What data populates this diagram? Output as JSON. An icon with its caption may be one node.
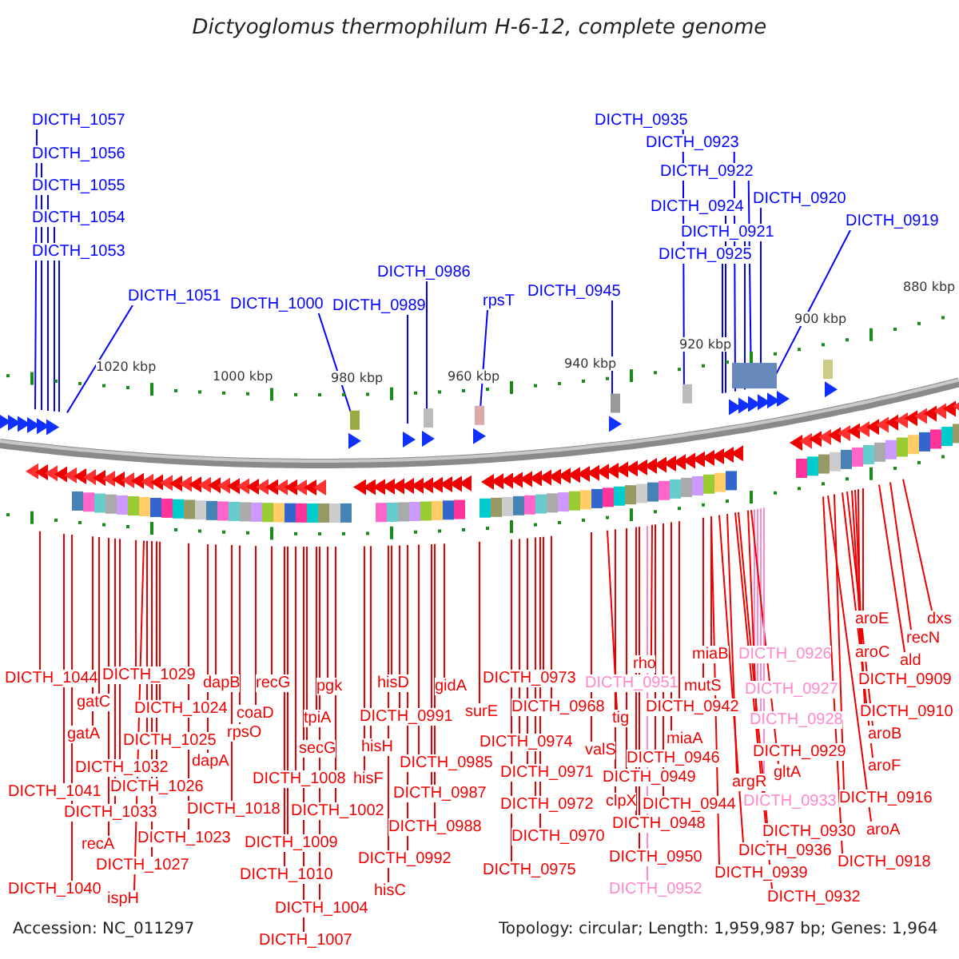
{
  "diagram": {
    "title": "Dictyoglomus thermophilum H-6-12, complete genome",
    "nodes": [
      {
        "text": [
          "DICTH_1057"
        ]
      },
      {
        "text": [
          "DICTH_1056"
        ]
      },
      {
        "text": [
          "DICTH_1055"
        ]
      },
      {
        "text": [
          "DICTH_1054"
        ]
      },
      {
        "text": [
          "DICTH_1053"
        ]
      },
      {
        "text": [
          "DICTH_1051"
        ]
      },
      {
        "text": [
          "DICTH_1000"
        ]
      },
      {
        "text": [
          "DICTH_0989"
        ]
      },
      {
        "text": [
          "DICTH_0986"
        ]
      },
      {
        "text": [
          "rpsT"
        ]
      },
      {
        "text": [
          "DICTH_0945"
        ]
      },
      {
        "text": [
          "DICTH_0935"
        ]
      },
      {
        "text": [
          "DICTH_0923"
        ]
      },
      {
        "text": [
          "DICTH_0922"
        ]
      },
      {
        "text": [
          "DICTH_0924"
        ]
      },
      {
        "text": [
          "DICTH_0921"
        ]
      },
      {
        "text": [
          "DICTH_0925"
        ]
      },
      {
        "text": [
          "DICTH_0920"
        ]
      },
      {
        "text": [
          "DICTH_0919"
        ]
      },
      {
        "text": [
          "DICTH_1044"
        ]
      },
      {
        "text": [
          "DICTH_1029"
        ]
      },
      {
        "text": [
          "gatC"
        ]
      },
      {
        "text": [
          "dapB"
        ]
      },
      {
        "text": [
          "recG"
        ]
      },
      {
        "text": [
          "DICTH_1024"
        ]
      },
      {
        "text": [
          "coaD"
        ]
      },
      {
        "text": [
          "rpsO"
        ]
      },
      {
        "text": [
          "gatA"
        ]
      },
      {
        "text": [
          "DICTH_1025"
        ]
      },
      {
        "text": [
          "dapA"
        ]
      },
      {
        "text": [
          "DICTH_1032"
        ]
      },
      {
        "text": [
          "DICTH_1026"
        ]
      },
      {
        "text": [
          "DICTH_1041"
        ]
      },
      {
        "text": [
          "DICTH_1018"
        ]
      },
      {
        "text": [
          "DICTH_1033"
        ]
      },
      {
        "text": [
          "DICTH_1023"
        ]
      },
      {
        "text": [
          "recA"
        ]
      },
      {
        "text": [
          "DICTH_1027"
        ]
      },
      {
        "text": [
          "DICTH_1040"
        ]
      },
      {
        "text": [
          "ispH"
        ]
      },
      {
        "text": [
          "pgk"
        ]
      },
      {
        "text": [
          "hisD"
        ]
      },
      {
        "text": [
          "gidA"
        ]
      },
      {
        "text": [
          "tpiA"
        ]
      },
      {
        "text": [
          "DICTH_0991"
        ]
      },
      {
        "text": [
          "secG"
        ]
      },
      {
        "text": [
          "hisH"
        ]
      },
      {
        "text": [
          "DICTH_0985"
        ]
      },
      {
        "text": [
          "DICTH_1008"
        ]
      },
      {
        "text": [
          "hisF"
        ]
      },
      {
        "text": [
          "DICTH_0987"
        ]
      },
      {
        "text": [
          "DICTH_1002"
        ]
      },
      {
        "text": [
          "DICTH_0988"
        ]
      },
      {
        "text": [
          "DICTH_1009"
        ]
      },
      {
        "text": [
          "DICTH_0992"
        ]
      },
      {
        "text": [
          "DICTH_1010"
        ]
      },
      {
        "text": [
          "hisC"
        ]
      },
      {
        "text": [
          "DICTH_1004"
        ]
      },
      {
        "text": [
          "DICTH_1007"
        ]
      },
      {
        "text": [
          "surE"
        ]
      },
      {
        "text": [
          "DICTH_0973"
        ]
      },
      {
        "text": [
          "DICTH_0968"
        ]
      },
      {
        "text": [
          "DICTH_0974"
        ]
      },
      {
        "text": [
          "DICTH_0971"
        ]
      },
      {
        "text": [
          "DICTH_0972"
        ]
      },
      {
        "text": [
          "DICTH_0970"
        ]
      },
      {
        "text": [
          "DICTH_0975"
        ]
      },
      {
        "text": [
          "miaB"
        ]
      },
      {
        "text": [
          "rho"
        ]
      },
      {
        "text": [
          "DICTH_0951"
        ]
      },
      {
        "text": [
          "mutS"
        ]
      },
      {
        "text": [
          "DICTH_0942"
        ]
      },
      {
        "text": [
          "tig"
        ]
      },
      {
        "text": [
          "miaA"
        ]
      },
      {
        "text": [
          "valS"
        ]
      },
      {
        "text": [
          "DICTH_0946"
        ]
      },
      {
        "text": [
          "DICTH_0949"
        ]
      },
      {
        "text": [
          "clpX"
        ]
      },
      {
        "text": [
          "DICTH_0944"
        ]
      },
      {
        "text": [
          "DICTH_0948"
        ]
      },
      {
        "text": [
          "DICTH_0950"
        ]
      },
      {
        "text": [
          "DICTH_0952"
        ]
      },
      {
        "text": [
          "DICTH_0926"
        ]
      },
      {
        "text": [
          "DICTH_0927"
        ]
      },
      {
        "text": [
          "DICTH_0928"
        ]
      },
      {
        "text": [
          "DICTH_0929"
        ]
      },
      {
        "text": [
          "gltA"
        ]
      },
      {
        "text": [
          "argR"
        ]
      },
      {
        "text": [
          "DICTH_0933"
        ]
      },
      {
        "text": [
          "DICTH_0930"
        ]
      },
      {
        "text": [
          "DICTH_0936"
        ]
      },
      {
        "text": [
          "DICTH_0939"
        ]
      },
      {
        "text": [
          "DICTH_0932"
        ]
      },
      {
        "text": [
          "dxs"
        ]
      },
      {
        "text": [
          "aroE"
        ]
      },
      {
        "text": [
          "recN"
        ]
      },
      {
        "text": [
          "aroC"
        ]
      },
      {
        "text": [
          "ald"
        ]
      },
      {
        "text": [
          "DICTH_0909"
        ]
      },
      {
        "text": [
          "DICTH_0910"
        ]
      },
      {
        "text": [
          "aroB"
        ]
      },
      {
        "text": [
          "aroF"
        ]
      },
      {
        "text": [
          "DICTH_0916"
        ]
      },
      {
        "text": [
          "aroA"
        ]
      },
      {
        "text": [
          "DICTH_0918"
        ]
      }
    ],
    "edges": [
      {
        "from": 0,
        "to": null,
        "arrow": "none",
        "color": "#0000ff"
      },
      {
        "from": 1,
        "to": null,
        "arrow": "none",
        "color": "#0000ff"
      },
      {
        "from": 2,
        "to": null,
        "arrow": "none",
        "color": "#0000ff"
      },
      {
        "from": 3,
        "to": null,
        "arrow": "none",
        "color": "#0000ff"
      },
      {
        "from": 4,
        "to": null,
        "arrow": "none",
        "color": "#0000ff"
      },
      {
        "from": 5,
        "to": null,
        "arrow": "none",
        "color": "#0000ff"
      },
      {
        "from": 6,
        "to": null,
        "arrow": "none",
        "color": "#0000ff"
      },
      {
        "from": 7,
        "to": null,
        "arrow": "none",
        "color": "#0000ff"
      },
      {
        "from": 8,
        "to": null,
        "arrow": "none",
        "color": "#0000ff"
      },
      {
        "from": 9,
        "to": null,
        "arrow": "none",
        "color": "#0000ff"
      },
      {
        "from": 10,
        "to": null,
        "arrow": "none",
        "color": "#0000ff"
      },
      {
        "from": 11,
        "to": null,
        "arrow": "none",
        "color": "#0000ff"
      },
      {
        "from": 12,
        "to": null,
        "arrow": "none",
        "color": "#0000ff"
      },
      {
        "from": 13,
        "to": null,
        "arrow": "none",
        "color": "#0000ff"
      },
      {
        "from": 14,
        "to": null,
        "arrow": "none",
        "color": "#0000ff"
      },
      {
        "from": 15,
        "to": null,
        "arrow": "none",
        "color": "#0000ff"
      },
      {
        "from": 16,
        "to": null,
        "arrow": "none",
        "color": "#0000ff"
      },
      {
        "from": 17,
        "to": null,
        "arrow": "none",
        "color": "#0000ff"
      },
      {
        "from": 18,
        "to": null,
        "arrow": "none",
        "color": "#0000ff"
      },
      {
        "from": 19,
        "to": null,
        "arrow": "none"
      },
      {
        "from": 20,
        "to": null,
        "arrow": "none"
      },
      {
        "from": 21,
        "to": null,
        "arrow": "none"
      },
      {
        "from": 22,
        "to": null,
        "arrow": "none"
      },
      {
        "from": 23,
        "to": null,
        "arrow": "none"
      },
      {
        "from": 24,
        "to": null,
        "arrow": "none"
      },
      {
        "from": 25,
        "to": null,
        "arrow": "none"
      },
      {
        "from": 26,
        "to": null,
        "arrow": "none"
      },
      {
        "from": 27,
        "to": null,
        "arrow": "none"
      },
      {
        "from": 28,
        "to": null,
        "arrow": "none"
      },
      {
        "from": 29,
        "to": null,
        "arrow": "none"
      },
      {
        "from": 30,
        "to": null,
        "arrow": "none"
      },
      {
        "from": 31,
        "to": null,
        "arrow": "none"
      },
      {
        "from": 32,
        "to": null,
        "arrow": "none"
      },
      {
        "from": 33,
        "to": null,
        "arrow": "none"
      },
      {
        "from": 34,
        "to": null,
        "arrow": "none"
      },
      {
        "from": 35,
        "to": null,
        "arrow": "none"
      },
      {
        "from": 36,
        "to": null,
        "arrow": "none"
      },
      {
        "from": 37,
        "to": null,
        "arrow": "none"
      },
      {
        "from": 38,
        "to": null,
        "arrow": "none"
      },
      {
        "from": 39,
        "to": null,
        "arrow": "none"
      },
      {
        "from": 40,
        "to": null,
        "arrow": "none"
      },
      {
        "from": 41,
        "to": null,
        "arrow": "none"
      },
      {
        "from": 42,
        "to": null,
        "arrow": "none"
      },
      {
        "from": 43,
        "to": null,
        "arrow": "none"
      },
      {
        "from": 44,
        "to": null,
        "arrow": "none"
      },
      {
        "from": 45,
        "to": null,
        "arrow": "none"
      },
      {
        "from": 46,
        "to": null,
        "arrow": "none"
      },
      {
        "from": 47,
        "to": null,
        "arrow": "none"
      },
      {
        "from": 48,
        "to": null,
        "arrow": "none"
      },
      {
        "from": 49,
        "to": null,
        "arrow": "none"
      },
      {
        "from": 50,
        "to": null,
        "arrow": "none"
      },
      {
        "from": 51,
        "to": null,
        "arrow": "none"
      },
      {
        "from": 52,
        "to": null,
        "arrow": "none"
      },
      {
        "from": 53,
        "to": null,
        "arrow": "none"
      },
      {
        "from": 54,
        "to": null,
        "arrow": "none"
      },
      {
        "from": 55,
        "to": null,
        "arrow": "none"
      },
      {
        "from": 56,
        "to": null,
        "arrow": "none"
      },
      {
        "from": 57,
        "to": null,
        "arrow": "none"
      },
      {
        "from": 58,
        "to": null,
        "arrow": "none"
      },
      {
        "from": 59,
        "to": null,
        "arrow": "none"
      },
      {
        "from": 60,
        "to": null,
        "arrow": "none"
      },
      {
        "from": 61,
        "to": null,
        "arrow": "none"
      },
      {
        "from": 62,
        "to": null,
        "arrow": "none"
      },
      {
        "from": 63,
        "to": null,
        "arrow": "none"
      },
      {
        "from": 64,
        "to": null,
        "arrow": "none"
      },
      {
        "from": 65,
        "to": null,
        "arrow": "none"
      },
      {
        "from": 66,
        "to": null,
        "arrow": "none"
      },
      {
        "from": 67,
        "to": null,
        "arrow": "none"
      },
      {
        "from": 68,
        "to": null,
        "arrow": "none"
      },
      {
        "from": 69,
        "to": null,
        "arrow": "none",
        "color": "#ff88cc"
      },
      {
        "from": 70,
        "to": null,
        "arrow": "none"
      },
      {
        "from": 71,
        "to": null,
        "arrow": "none"
      },
      {
        "from": 72,
        "to": null,
        "arrow": "none"
      },
      {
        "from": 73,
        "to": null,
        "arrow": "none"
      },
      {
        "from": 74,
        "to": null,
        "arrow": "none"
      },
      {
        "from": 75,
        "to": null,
        "arrow": "none"
      },
      {
        "from": 76,
        "to": null,
        "arrow": "none"
      },
      {
        "from": 77,
        "to": null,
        "arrow": "none"
      },
      {
        "from": 78,
        "to": null,
        "arrow": "none"
      },
      {
        "from": 79,
        "to": null,
        "arrow": "none"
      },
      {
        "from": 80,
        "to": null,
        "arrow": "none"
      },
      {
        "from": 81,
        "to": null,
        "arrow": "none",
        "color": "#ff88cc"
      },
      {
        "from": 82,
        "to": null,
        "arrow": "none",
        "color": "#ff88cc"
      },
      {
        "from": 83,
        "to": null,
        "arrow": "none",
        "color": "#ff88cc"
      },
      {
        "from": 84,
        "to": null,
        "arrow": "none",
        "color": "#ff88cc"
      },
      {
        "from": 85,
        "to": null,
        "arrow": "none"
      },
      {
        "from": 86,
        "to": null,
        "arrow": "none"
      },
      {
        "from": 87,
        "to": null,
        "arrow": "none"
      },
      {
        "from": 88,
        "to": null,
        "arrow": "none",
        "color": "#ff88cc"
      },
      {
        "from": 89,
        "to": null,
        "arrow": "none"
      },
      {
        "from": 90,
        "to": null,
        "arrow": "none"
      },
      {
        "from": 91,
        "to": null,
        "arrow": "none"
      },
      {
        "from": 92,
        "to": null,
        "arrow": "none"
      },
      {
        "from": 93,
        "to": null,
        "arrow": "none"
      },
      {
        "from": 94,
        "to": null,
        "arrow": "none"
      },
      {
        "from": 95,
        "to": null,
        "arrow": "none"
      },
      {
        "from": 96,
        "to": null,
        "arrow": "none"
      },
      {
        "from": 97,
        "to": null,
        "arrow": "none"
      },
      {
        "from": 98,
        "to": null,
        "arrow": "none"
      },
      {
        "from": 99,
        "to": null,
        "arrow": "none"
      },
      {
        "from": 100,
        "to": null,
        "arrow": "none"
      },
      {
        "from": 101,
        "to": null,
        "arrow": "none"
      },
      {
        "from": 102,
        "to": null,
        "arrow": "none"
      },
      {
        "from": 103,
        "to": null,
        "arrow": "none"
      },
      {
        "from": 104,
        "to": null,
        "arrow": "none"
      }
    ],
    "labels": [
      "1020 kbp",
      "1000 kbp",
      "980 kbp",
      "960 kbp",
      "940 kbp",
      "920 kbp",
      "900 kbp",
      "880 kbp",
      "Accession: NC_011297",
      "Topology: circular; Length: 1,959,987 bp; Genes: 1,964"
    ]
  }
}
